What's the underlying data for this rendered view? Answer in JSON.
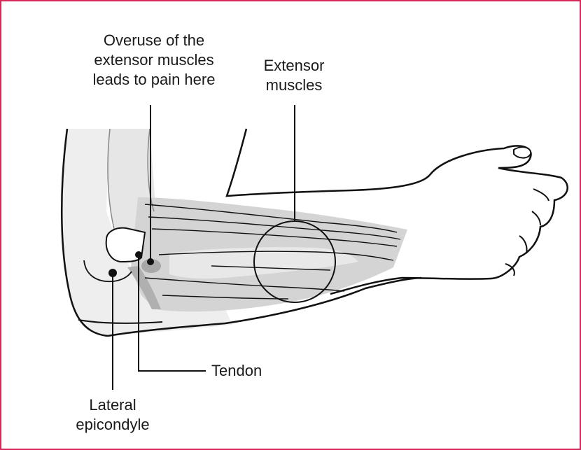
{
  "colors": {
    "border": "#d6295a",
    "outline": "#111111",
    "light_fill": "#eeeeee",
    "mid_fill": "#d4d4d4",
    "dark_fill": "#b0b0b0"
  },
  "labels": {
    "pain_area": [
      "Overuse of the",
      "extensor muscles",
      "leads to pain here"
    ],
    "extensor": [
      "Extensor",
      "muscles"
    ],
    "tendon": "Tendon",
    "epicondyle": [
      "Lateral",
      "epicondyle"
    ]
  }
}
